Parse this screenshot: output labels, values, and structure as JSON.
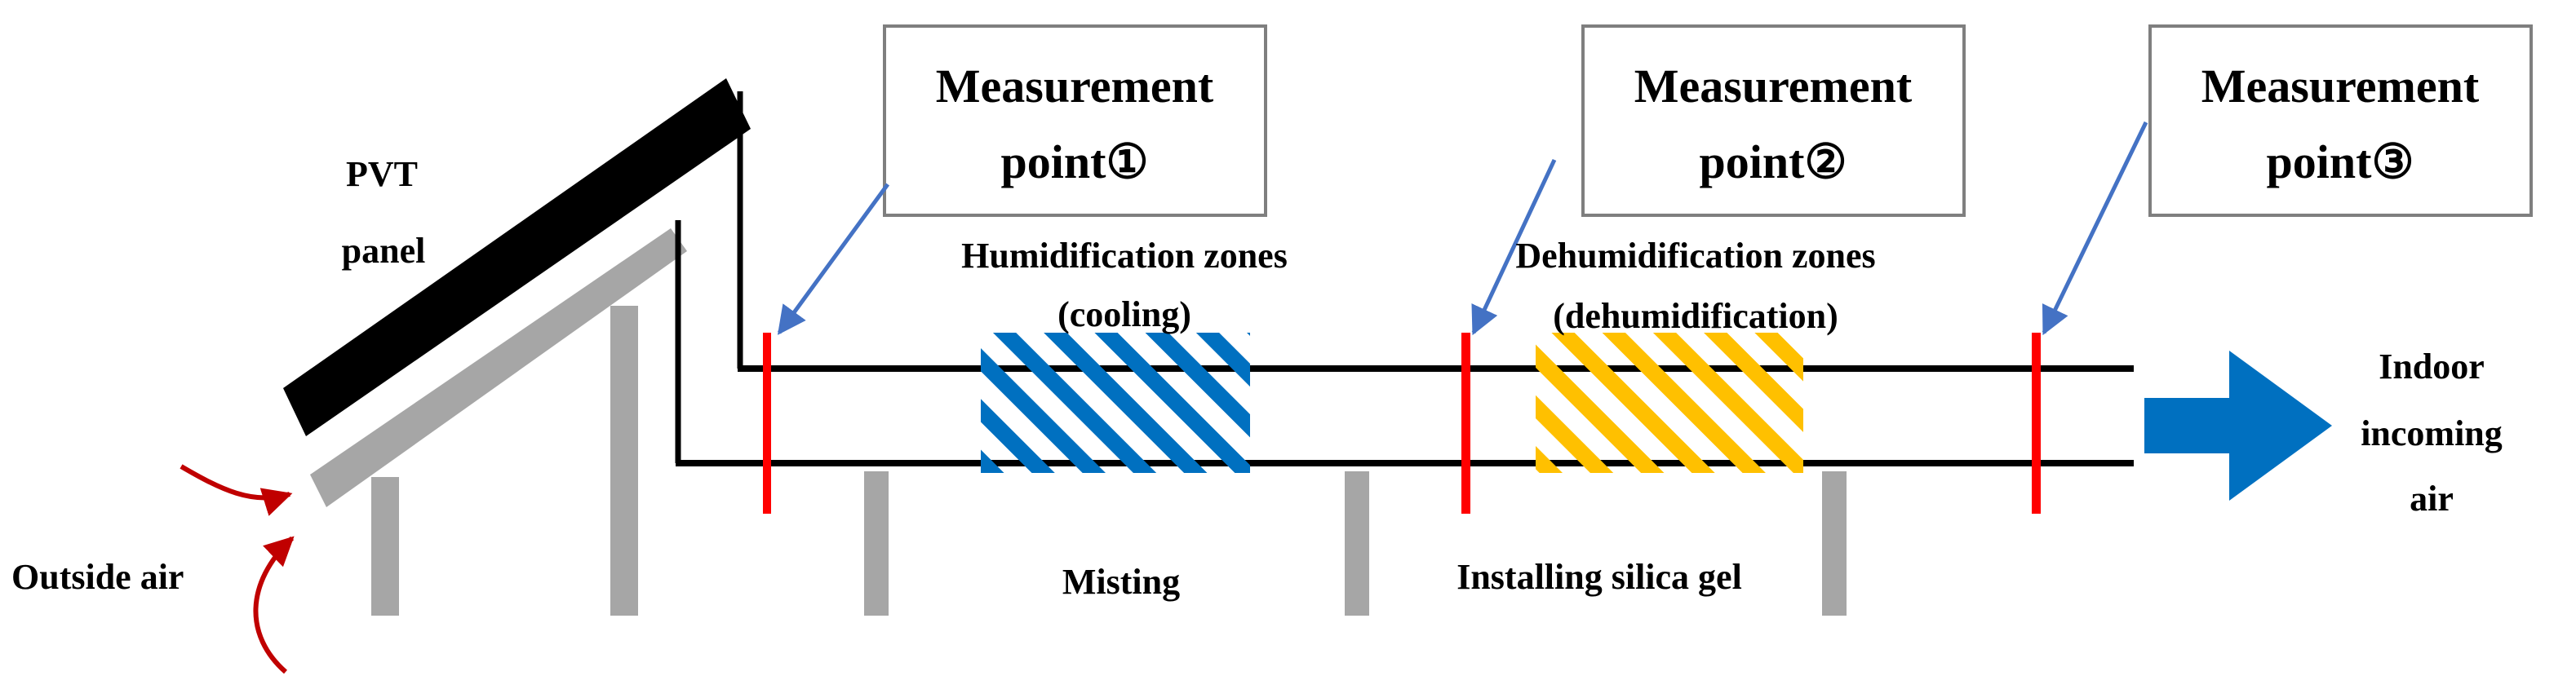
{
  "labels": {
    "pvt_line1": "PVT",
    "pvt_line2": "panel",
    "outside_air": "Outside air",
    "humid_line1": "Humidification  zones",
    "humid_line2": "(cooling)",
    "dehumid_line1": "Dehumidification  zones",
    "dehumid_line2": "(dehumidification)",
    "misting": "Misting",
    "silica": "Installing  silica  gel",
    "indoor_line1": "Indoor",
    "indoor_line2": "incoming",
    "indoor_line3": "air"
  },
  "measurement_points": [
    {
      "line1": "Measurement",
      "line2": "point①"
    },
    {
      "line1": "Measurement",
      "line2": "point②"
    },
    {
      "line1": "Measurement",
      "line2": "point③"
    }
  ],
  "colors": {
    "panel": "#000000",
    "frame": "#a6a6a6",
    "duct": "#000000",
    "sensor": "#ff0000",
    "pointer": "#4472c4",
    "humid_hatch": "#0070c0",
    "dehumid_hatch": "#ffc000",
    "indoor_arrow": "#0070c0",
    "outside_arrow": "#c00000",
    "callout_border": "#7f7f7f"
  }
}
